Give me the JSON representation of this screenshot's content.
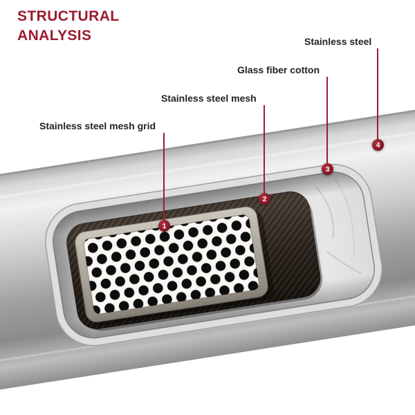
{
  "title": {
    "line1": "STRUCTURAL",
    "line2": "ANALYSIS"
  },
  "accent_color": "#9c1b2e",
  "badge_color": "#7e1524",
  "callouts": [
    {
      "number": "1",
      "label": "Stainless steel mesh grid"
    },
    {
      "number": "2",
      "label": "Stainless steel mesh"
    },
    {
      "number": "3",
      "label": "Glass fiber cotton"
    },
    {
      "number": "4",
      "label": "Stainless steel"
    }
  ]
}
